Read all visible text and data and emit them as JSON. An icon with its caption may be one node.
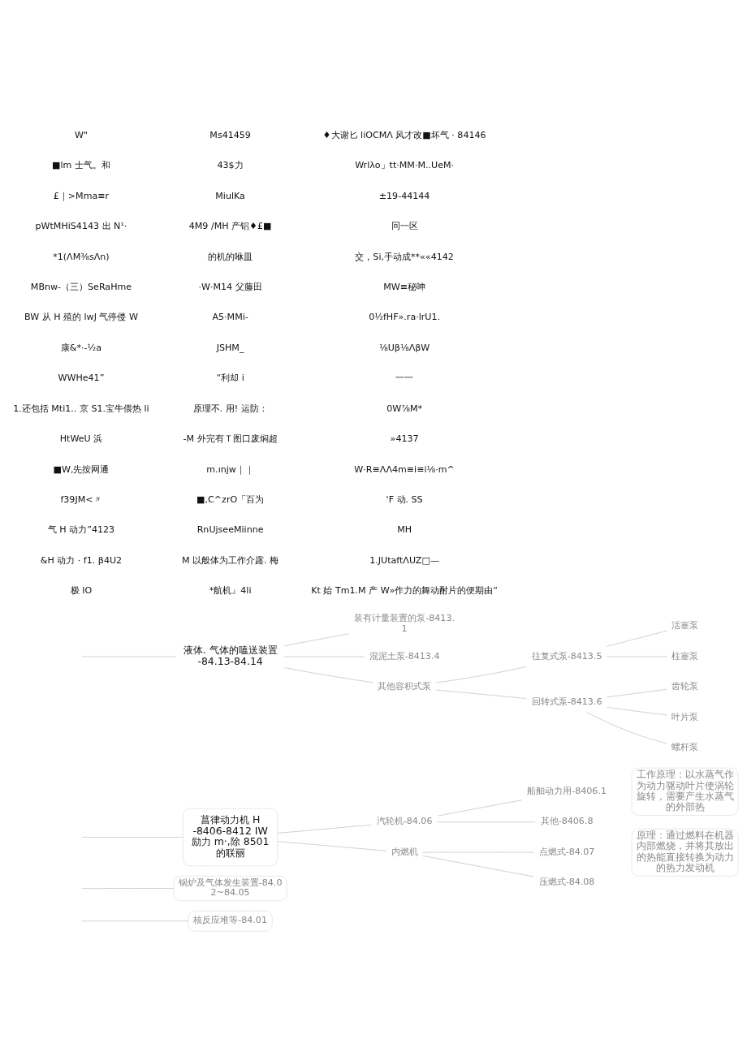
{
  "diagram": {
    "nodes": [
      {
        "text": [
          "核反应堆等-84.01"
        ]
      },
      {
        "text": [
          "锅炉及气体发生装置-84.02~84.05"
        ]
      },
      {
        "text": [
          "菖律动力机 H -8406-8412 IW 励力 m·,除 8501 的联丽"
        ]
      },
      {
        "text": [
          "汽轮机-84.06"
        ]
      },
      {
        "text": [
          "船舶动力用-8406.1"
        ]
      },
      {
        "text": [
          "其他-8406.8"
        ]
      },
      {
        "text": [
          "工作原理：以水蒸气作为动力驱动叶片使涡轮旋转，需要产生水蒸气的外部热"
        ]
      },
      {
        "text": [
          "内燃机"
        ]
      },
      {
        "text": [
          "点燃式-84.07"
        ]
      },
      {
        "text": [
          "压燃式-84.08"
        ]
      },
      {
        "text": [
          "原理：通过燃料在机器内部燃烧，并将其放出的热能直接转换为动力的热力发动机"
        ]
      },
      {
        "text": [
          "液体. 气体的嗑送装置 -84.13-84.14"
        ]
      },
      {
        "text": [
          "装有计量装置的泵-8413.1"
        ]
      },
      {
        "text": [
          "混泥土泵-8413.4"
        ]
      },
      {
        "text": [
          "其他容积式泵"
        ]
      },
      {
        "text": [
          "往复式泵-8413.5"
        ]
      },
      {
        "text": [
          "回转式泵-8413.6"
        ]
      },
      {
        "text": [
          "活塞泵"
        ]
      },
      {
        "text": [
          "柱塞泵"
        ]
      },
      {
        "text": [
          "齿轮泵"
        ]
      },
      {
        "text": [
          "叶片泵"
        ]
      },
      {
        "text": [
          "螺杆泵"
        ]
      }
    ],
    "edges": [
      {
        "from": null,
        "to": 0,
        "arrow": "none"
      },
      {
        "from": null,
        "to": 1,
        "arrow": "none"
      },
      {
        "from": null,
        "to": 2,
        "arrow": "none"
      },
      {
        "from": null,
        "to": 11,
        "arrow": "none"
      },
      {
        "from": 2,
        "to": 3,
        "arrow": "none"
      },
      {
        "from": 2,
        "to": 7,
        "arrow": "none"
      },
      {
        "from": 3,
        "to": 4,
        "arrow": "none"
      },
      {
        "from": 3,
        "to": 5,
        "arrow": "none"
      },
      {
        "from": 7,
        "to": 8,
        "arrow": "none"
      },
      {
        "from": 7,
        "to": 9,
        "arrow": "none"
      },
      {
        "from": 11,
        "to": 12,
        "arrow": "none"
      },
      {
        "from": 11,
        "to": 13,
        "arrow": "none"
      },
      {
        "from": 11,
        "to": 14,
        "arrow": "none"
      },
      {
        "from": 14,
        "to": 15,
        "arrow": "none"
      },
      {
        "from": 14,
        "to": 16,
        "arrow": "none"
      },
      {
        "from": 15,
        "to": 17,
        "arrow": "none"
      },
      {
        "from": 15,
        "to": 18,
        "arrow": "none"
      },
      {
        "from": 16,
        "to": 19,
        "arrow": "none"
      },
      {
        "from": 16,
        "to": 20,
        "arrow": "none"
      },
      {
        "from": 16,
        "to": 21,
        "arrow": "none"
      }
    ],
    "labels": [
      "极 IO",
      "*航机』4li",
      "Kt 始 Tm1.M 产 W»作力的舞动酎片的便期由“",
      "&H 动力 · f1. β4U2",
      "M 以般体为工作介露. 梅",
      "1.JUtaftΛUZ□—",
      "气 H 动力”4123",
      "RnUjseeMiinne",
      "MH",
      "f39JM<〃",
      "■,C^zrO「百为",
      "'F 动. SS",
      "■W,先按网通",
      "m.ınjw｜｜",
      "W·R≡ΛΛ4m≡i≡i⅛·m^",
      "HtWeU 浜",
      "-M 外完有Ｔ图口废焖超",
      "»4137",
      "1.还包括 Mti1.. 京 S1.宝牛偎热 li",
      "原理不. 用! 运防：",
      "0W⅞M*",
      "WWHe41”",
      "“利却 i",
      "一一",
      "康&*·-½a",
      "JSHM_",
      "⅛Uβ⅛ΛβW",
      "BW 从 H 殖的 lwJ 气停侵 W",
      "A5·MMi-",
      "0½fHF».ra·lrU1.",
      "MBnw-（三）SeRaHme",
      "·W·M14 父藤田",
      "MW≡秘呻",
      "*1(ΛM⅜sΛn)",
      "的机的咻皿",
      "交，Si,手动成**««4142",
      "pWtMHiS4143 出 N¹·",
      "4M9 /MH 产铝♦£■",
      "冋一区",
      "£｜>Mma≡r",
      "MiulKa",
      "±19-44144",
      "■lm 士气。和",
      "43$力",
      "Wrlλo」tt·MM·M..UeM·",
      "W\"",
      "Ms41459",
      "♦大谢匕 liOCMΛ 风才改■坏气 · 84146"
    ]
  }
}
